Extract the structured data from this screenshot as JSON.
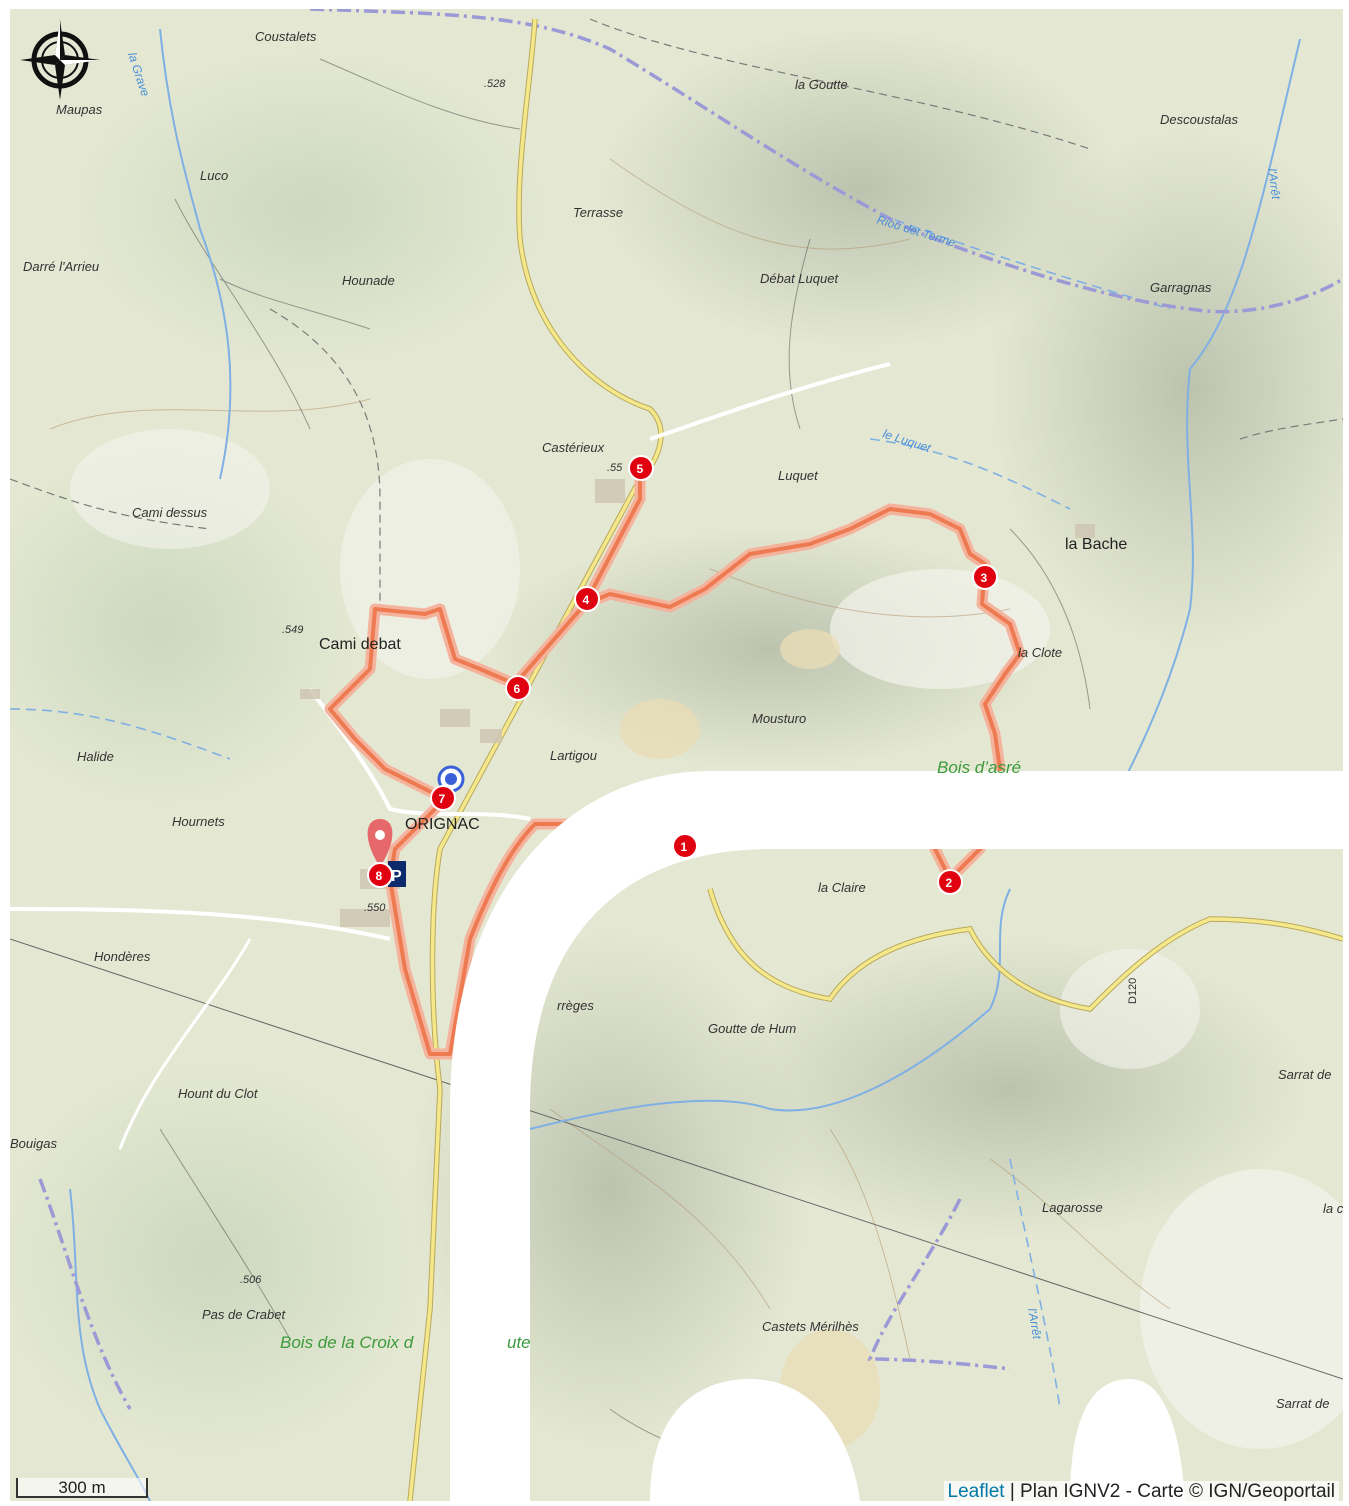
{
  "colors": {
    "route": "#ee7a52",
    "route_casing": "#f4b39c",
    "waypoint": "#e1000f",
    "road_yellow": "#f5e88b",
    "water": "#8ab4ee",
    "forest_label": "#3c9a3c",
    "link": "#0078a8"
  },
  "map": {
    "places": [
      {
        "id": "coustalets",
        "label": "Coustalets"
      },
      {
        "id": "maupas",
        "label": "Maupas"
      },
      {
        "id": "la-goutte",
        "label": "la Goutte"
      },
      {
        "id": "descoustalas",
        "label": "Descoustalas"
      },
      {
        "id": "luco",
        "label": "Luco"
      },
      {
        "id": "terrasse",
        "label": "Terrasse"
      },
      {
        "id": "darre-larrieu",
        "label": "Darré l'Arrieu"
      },
      {
        "id": "hounade",
        "label": "Hounade"
      },
      {
        "id": "debat-luquet",
        "label": "Débat Luquet"
      },
      {
        "id": "garragnas",
        "label": "Garragnas"
      },
      {
        "id": "casterieux",
        "label": "Castérieux"
      },
      {
        "id": "luquet",
        "label": "Luquet"
      },
      {
        "id": "cami-dessus",
        "label": "Cami dessus"
      },
      {
        "id": "la-clote",
        "label": "la Clote"
      },
      {
        "id": "mousturo",
        "label": "Mousturo"
      },
      {
        "id": "halide",
        "label": "Halide"
      },
      {
        "id": "lartigou",
        "label": "Lartigou"
      },
      {
        "id": "hournets",
        "label": "Hournets"
      },
      {
        "id": "la-claire",
        "label": "la Claire"
      },
      {
        "id": "honderes",
        "label": "Hondères"
      },
      {
        "id": "arreges",
        "label": "rrèges"
      },
      {
        "id": "goutte-de-hum",
        "label": "Goutte de Hum"
      },
      {
        "id": "sarrat-de-1",
        "label": "Sarrat de"
      },
      {
        "id": "hount-du-clot",
        "label": "Hount du Clot"
      },
      {
        "id": "bouigas",
        "label": "Bouigas"
      },
      {
        "id": "lagarosse",
        "label": "Lagarosse"
      },
      {
        "id": "la-edge",
        "label": "la c"
      },
      {
        "id": "pas-de-crabet",
        "label": "Pas de Crabet"
      },
      {
        "id": "castets-merilhes",
        "label": "Castets Mérilhès"
      },
      {
        "id": "sarrat-de-2",
        "label": "Sarrat de"
      }
    ],
    "big_places": [
      {
        "id": "la-bache",
        "label": "la Bache"
      },
      {
        "id": "cami-debat",
        "label": "Cami debat"
      },
      {
        "id": "origac",
        "label": "ORIGNAC"
      }
    ],
    "forests": [
      {
        "id": "bois-dasre",
        "label": "Bois d’asré"
      },
      {
        "id": "bois-croix",
        "label": "Bois de la Croix d"
      },
      {
        "id": "bois-croix-end",
        "label": "ute"
      }
    ],
    "waters": [
      {
        "id": "la-grave",
        "label": "la Grave"
      },
      {
        "id": "riou-det-terme",
        "label": "Riou det Terme"
      },
      {
        "id": "le-luquet",
        "label": "le Luquet"
      },
      {
        "id": "larret-1",
        "label": "l'Arrêt"
      },
      {
        "id": "larret-2",
        "label": "l'Arrêt"
      }
    ],
    "road_refs": [
      {
        "id": "d120",
        "label": "D120"
      }
    ],
    "elevations": [
      {
        "id": "e528",
        "label": ".528"
      },
      {
        "id": "e55",
        "label": ".55"
      },
      {
        "id": "e549",
        "label": ".549"
      },
      {
        "id": "e550",
        "label": ".550"
      },
      {
        "id": "e506",
        "label": ".506"
      }
    ]
  },
  "waypoints": [
    {
      "n": "1"
    },
    {
      "n": "2"
    },
    {
      "n": "3"
    },
    {
      "n": "4"
    },
    {
      "n": "5"
    },
    {
      "n": "6"
    },
    {
      "n": "7"
    },
    {
      "n": "8"
    }
  ],
  "scale": {
    "label": "300 m"
  },
  "attribution": {
    "link_text": "Leaflet",
    "separator": " | ",
    "text": "Plan IGNV2 - Carte © IGN/Geoportail"
  }
}
